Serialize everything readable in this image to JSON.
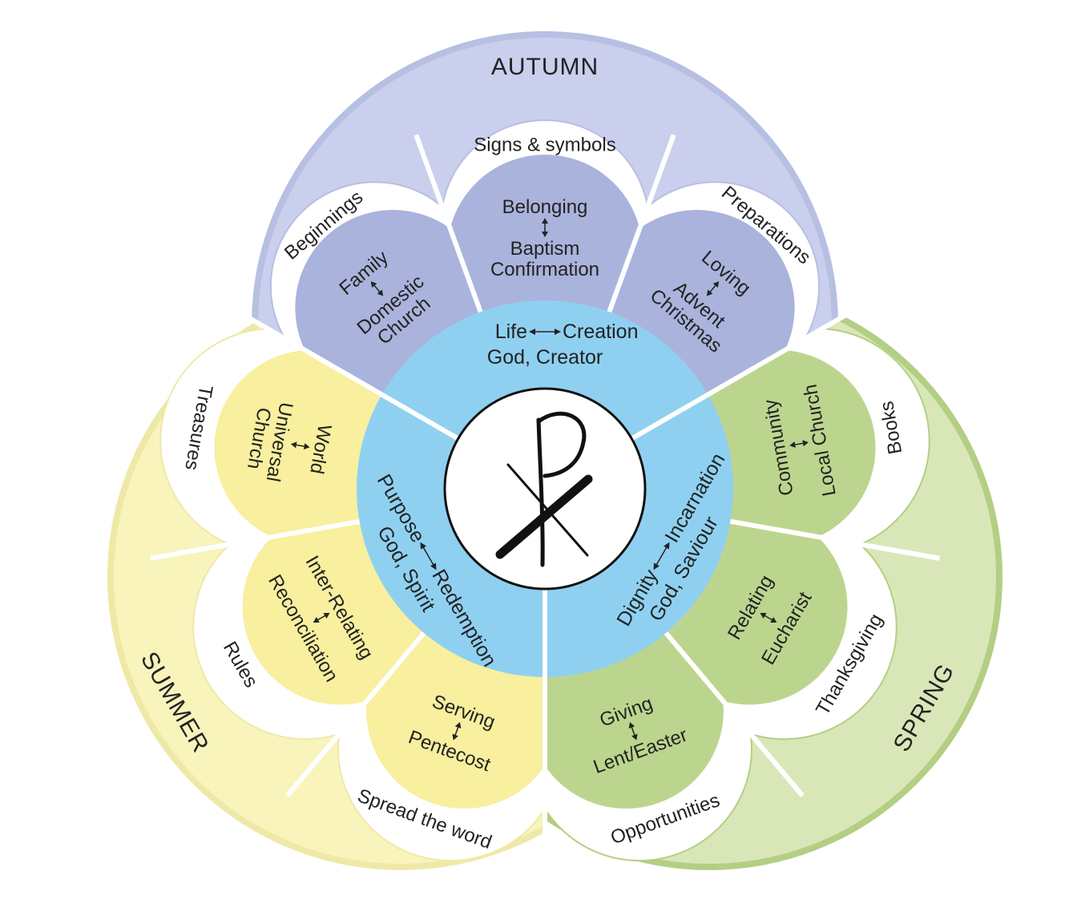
{
  "colors": {
    "core_ring": "#8fd0f1",
    "center": "#ffffff",
    "divider": "#ffffff",
    "ink": "#111111"
  },
  "seasons": [
    {
      "name": "AUTUMN",
      "outer_color": "#c9cfec",
      "petal_color": "#aab3dc",
      "stroke_color": "#b7bfe2",
      "core": {
        "left": "Life",
        "right": "Creation",
        "line2": "God, Creator"
      },
      "petals": [
        {
          "outer": "Beginnings",
          "top": "Family",
          "bottom": [
            "Domestic",
            "Church"
          ]
        },
        {
          "outer": "Signs & symbols",
          "top": "Belonging",
          "bottom": [
            "Baptism",
            "Confirmation"
          ]
        },
        {
          "outer": "Preparations",
          "top": "Loving",
          "bottom": [
            "Advent",
            "Christmas"
          ]
        }
      ]
    },
    {
      "name": "SPRING",
      "outer_color": "#d9e7b8",
      "petal_color": "#bcd58e",
      "stroke_color": "#b3cf83",
      "core": {
        "left": "Dignity",
        "right": "Incarnation",
        "line2": "God, Saviour"
      },
      "petals": [
        {
          "outer": "Books",
          "top": "Community",
          "bottom": [
            "Local Church"
          ]
        },
        {
          "outer": "Thanksgiving",
          "top": "Relating",
          "bottom": [
            "Eucharist"
          ]
        },
        {
          "outer": "Opportunities",
          "top": "Giving",
          "bottom": [
            "Lent/Easter"
          ]
        }
      ]
    },
    {
      "name": "SUMMER",
      "outer_color": "#f8f4bc",
      "petal_color": "#f8ef9f",
      "stroke_color": "#efe9a8",
      "core": {
        "left": "Purpose",
        "right": "Redemption",
        "line2": "God, Spirit"
      },
      "petals": [
        {
          "outer": "Spread the word",
          "top": "Serving",
          "bottom": [
            "Pentecost"
          ]
        },
        {
          "outer": "Rules",
          "top": "Inter-Relating",
          "bottom": [
            "Reconciliation"
          ]
        },
        {
          "outer": "Treasures",
          "top": "World",
          "bottom": [
            "Universal",
            "Church"
          ]
        }
      ]
    }
  ],
  "center_symbol": "chi-rho"
}
